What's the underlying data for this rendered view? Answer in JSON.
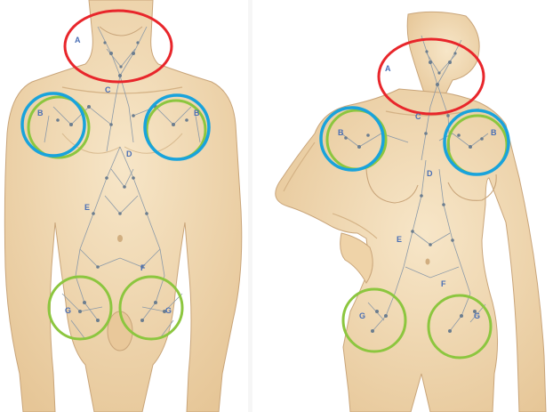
{
  "figures": [
    {
      "id": "male",
      "labels": {
        "A": "A",
        "B_left": "B",
        "B_right": "B",
        "C": "C",
        "D": "D",
        "E": "E",
        "F": "F",
        "G_left": "G",
        "G_right": "G"
      },
      "circle_colors": {
        "A": "#e8262b",
        "B_outer": "#19a3dc",
        "B_inner": "#8cc63f",
        "G": "#8cc63f"
      }
    },
    {
      "id": "female",
      "labels": {
        "A": "A",
        "B_left": "B",
        "B_right": "B",
        "C": "C",
        "D": "D",
        "E": "E",
        "F": "F",
        "G_left": "G",
        "G_right": "G"
      },
      "circle_colors": {
        "A": "#e8262b",
        "B_outer": "#19a3dc",
        "B_inner": "#8cc63f",
        "G": "#8cc63f"
      }
    }
  ],
  "colors": {
    "skin": "#f3dcb8",
    "skin_shadow": "#e2c193",
    "outline": "#c9a57a",
    "lymph_node": "#6b7d8f",
    "lymph_vessel": "#8c9aa8",
    "label": "#4a6fb5"
  }
}
